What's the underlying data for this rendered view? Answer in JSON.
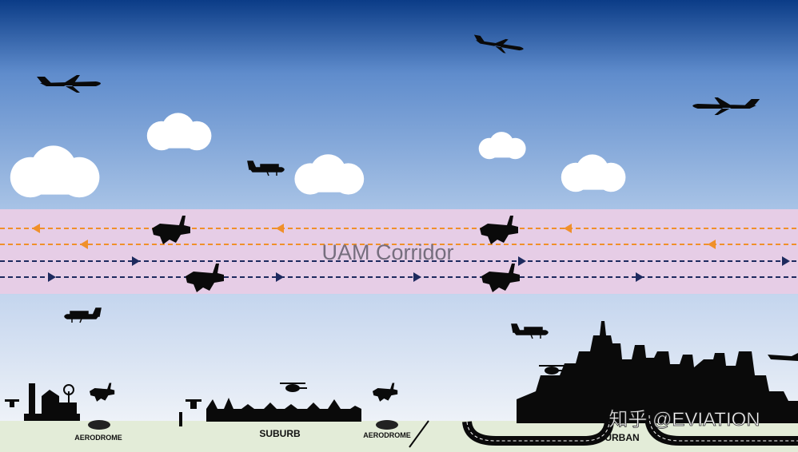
{
  "corridor": {
    "label": "UAM Corridor"
  },
  "zones": {
    "aerodrome_left": "AERODROME",
    "suburb": "SUBURB",
    "aerodrome_right": "AERODROME",
    "urban": "URBAN"
  },
  "watermark": "知乎 @EVIATION",
  "colors": {
    "sky_top": "#0b3c87",
    "sky_bottom": "#a8c3e6",
    "corridor": "#e6cde6",
    "westbound_lane": "#f0902a",
    "eastbound_lane": "#1d2a5e",
    "ground": "#e3ecd8",
    "silhouette": "#0a0a0a",
    "corridor_label": "#766e7e"
  },
  "icons": [
    "airliner-icon",
    "business-jet-icon",
    "small-plane-icon",
    "evtol-icon",
    "helicopter-icon",
    "drone-icon",
    "cloud-icon",
    "city-skyline",
    "road"
  ]
}
